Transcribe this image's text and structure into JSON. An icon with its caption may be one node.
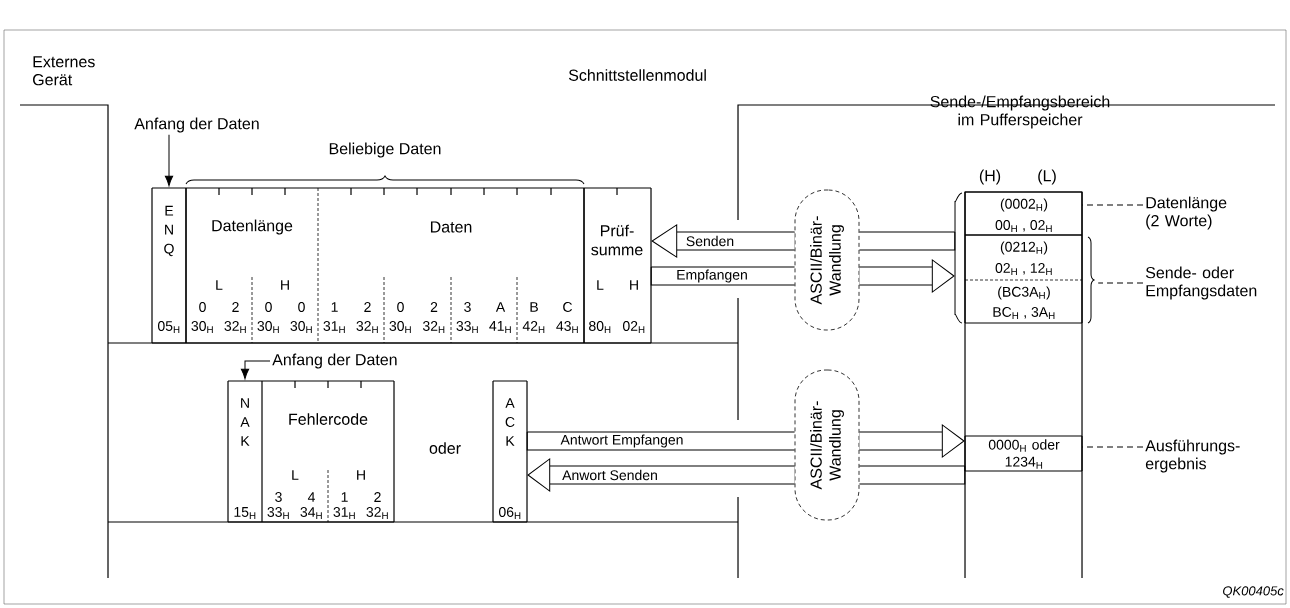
{
  "diagram": {
    "nodes": [
      {
        "text": [
          "Anfang der Daten"
        ]
      },
      {
        "text": [
          "E N Q",
          "05$_{H}$"
        ]
      },
      {
        "text": [
          "Datenlänge",
          "L",
          "H",
          "0",
          "2",
          "0",
          "0",
          "30$_{H}$",
          "32$_{H}$",
          "30$_{H}$",
          "30$_{H}$"
        ]
      },
      {
        "text": [
          "Daten",
          "1",
          "2",
          "0",
          "2",
          "3",
          "A",
          "B",
          "C",
          "31$_{H}$",
          "32$_{H}$",
          "30$_{H}$",
          "32$_{H}$",
          "33$_{H}$",
          "41$_{H}$",
          "42$_{H}$",
          "43$_{H}$"
        ]
      },
      {
        "text": [
          "Prüf- summe",
          "L",
          "H",
          "80$_{H}$",
          "02$_{H}$"
        ]
      },
      {
        "text": [
          "ASCII/Binär- Wandlung"
        ]
      },
      {
        "text": [],
        "shape": "box",
        "beside": [
          "(H)",
          "(L)"
        ]
      },
      {
        "text": [
          "(0002$_{H}$)",
          "00$_{H}$ , 02$_{H}$"
        ],
        "in": 6
      },
      {
        "text": [
          "(0212$_{H}$)",
          "02$_{H}$ , 12$_{H}$"
        ],
        "in": 6
      },
      {
        "text": [
          "(BC3A$_{H}$)",
          "BC$_{H}$ , 3A$_{H}$"
        ],
        "in": 6
      },
      {
        "text": [
          "0000$_{H}$ oder 1234$_{H}$"
        ],
        "in": 6
      },
      {
        "text": [
          "Datenlänge (2 Worte)"
        ]
      },
      {
        "text": [
          "Sende- oder Empfangsdaten"
        ]
      },
      {
        "text": [
          "Anfang der Daten"
        ]
      },
      {
        "text": [
          "N A K",
          "15$_{H}$"
        ]
      },
      {
        "text": [
          "Fehlercode",
          "L",
          "H",
          "3",
          "4",
          "1",
          "2",
          "33$_{H}$",
          "34$_{H}$",
          "31$_{H}$",
          "32$_{H}$"
        ]
      },
      {
        "text": [
          "A C K",
          "06$_{H}$"
        ]
      },
      {
        "text": [
          "ASCII/Binär- Wandlung"
        ]
      },
      {
        "text": [
          "Ausführungs- ergebnis"
        ]
      },
      {
        "text": [],
        "shape": "brace"
      },
      {
        "text": [],
        "shape": "bracket"
      }
    ],
    "edges": [
      {
        "from": 0,
        "to": 1,
        "arrow": "to"
      },
      {
        "from": 5,
        "to": 4,
        "arrow": "to",
        "label": "Senden",
        "style": "thick"
      },
      {
        "from": 20,
        "to": 5,
        "arrow": "none"
      },
      {
        "from": 4,
        "to": 5,
        "arrow": "none",
        "label": "Empfangen"
      },
      {
        "from": 5,
        "to": 20,
        "arrow": "to",
        "style": "thick"
      },
      {
        "from": 11,
        "to": 7,
        "arrow": "none",
        "style": "dashed"
      },
      {
        "from": 12,
        "to": 19,
        "arrow": "none",
        "style": "dashed"
      },
      {
        "from": 13,
        "to": 14,
        "arrow": "to"
      },
      {
        "from": 16,
        "to": 17,
        "arrow": "none",
        "label": "Antwort Empfangen"
      },
      {
        "from": 17,
        "to": 6,
        "arrow": "to",
        "style": "thick"
      },
      {
        "from": 17,
        "to": 16,
        "arrow": "to",
        "label": "Anwort Senden",
        "style": "thick"
      },
      {
        "from": 6,
        "to": 17,
        "arrow": "none"
      },
      {
        "from": 18,
        "to": 10,
        "arrow": "none",
        "style": "dashed"
      }
    ],
    "labels": [
      "Externes Gerät",
      "Schnittstellenmodul",
      "Beliebige Daten",
      "Sende-/Empfangsbereich im Pufferspeicher",
      "oder",
      "QK00405c"
    ]
  }
}
